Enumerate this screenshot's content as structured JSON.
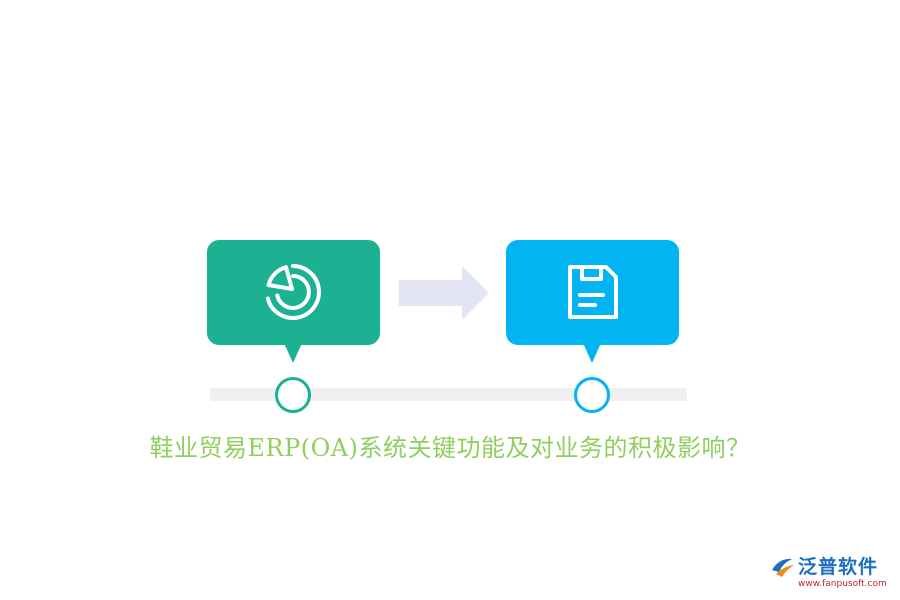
{
  "title": "鞋业贸易ERP(OA)系统关键功能及对业务的积极影响？",
  "steps": [
    {
      "icon": "pie-chart-icon",
      "color": "#1db193"
    },
    {
      "icon": "save-document-icon",
      "color": "#02b4f2"
    }
  ],
  "connector": {
    "icon": "right-arrow-icon",
    "color": "#e3e6f2"
  },
  "timeline": {
    "track_color": "#efeff2"
  },
  "title_color": "#8fcf5f",
  "logo": {
    "name": "泛普软件",
    "url": "www.fanpusoft.com",
    "name_color": "#1e6fc1",
    "url_color": "#c0282e"
  }
}
